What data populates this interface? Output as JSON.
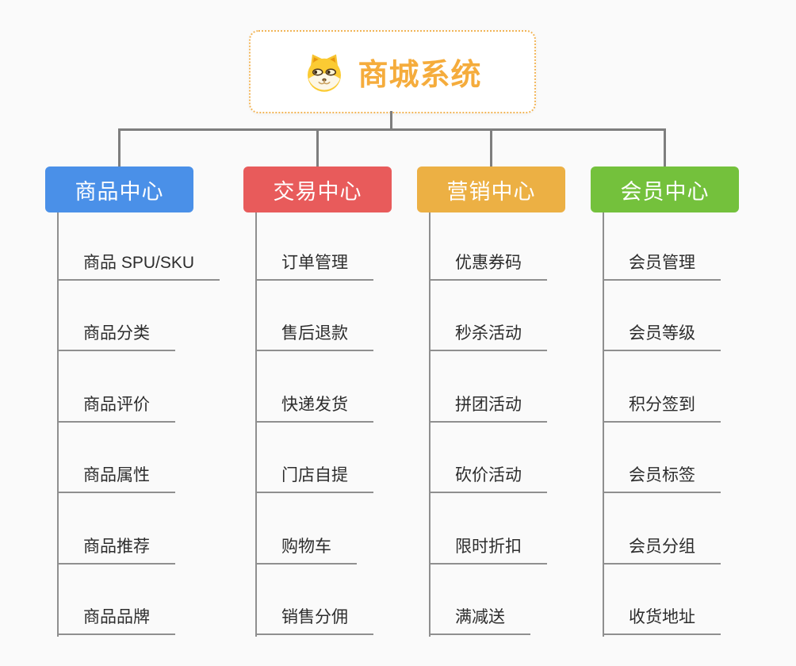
{
  "root": {
    "title": "商城系统",
    "icon": "dog-face-icon"
  },
  "colors": {
    "root_text": "#f5ac3c",
    "root_border": "#f2b558",
    "connector": "#7e7e7e",
    "leaf_line": "#8f8f8f",
    "leaf_text": "#2d2d2d"
  },
  "branches": [
    {
      "label": "商品中心",
      "color": "#4a90e8",
      "items": [
        "商品 SPU/SKU",
        "商品分类",
        "商品评价",
        "商品属性",
        "商品推荐",
        "商品品牌"
      ]
    },
    {
      "label": "交易中心",
      "color": "#e85b5b",
      "items": [
        "订单管理",
        "售后退款",
        "快递发货",
        "门店自提",
        "购物车",
        "销售分佣"
      ]
    },
    {
      "label": "营销中心",
      "color": "#ecb044",
      "items": [
        "优惠券码",
        "秒杀活动",
        "拼团活动",
        "砍价活动",
        "限时折扣",
        "满减送"
      ]
    },
    {
      "label": "会员中心",
      "color": "#74c13c",
      "items": [
        "会员管理",
        "会员等级",
        "积分签到",
        "会员标签",
        "会员分组",
        "收货地址"
      ]
    }
  ]
}
